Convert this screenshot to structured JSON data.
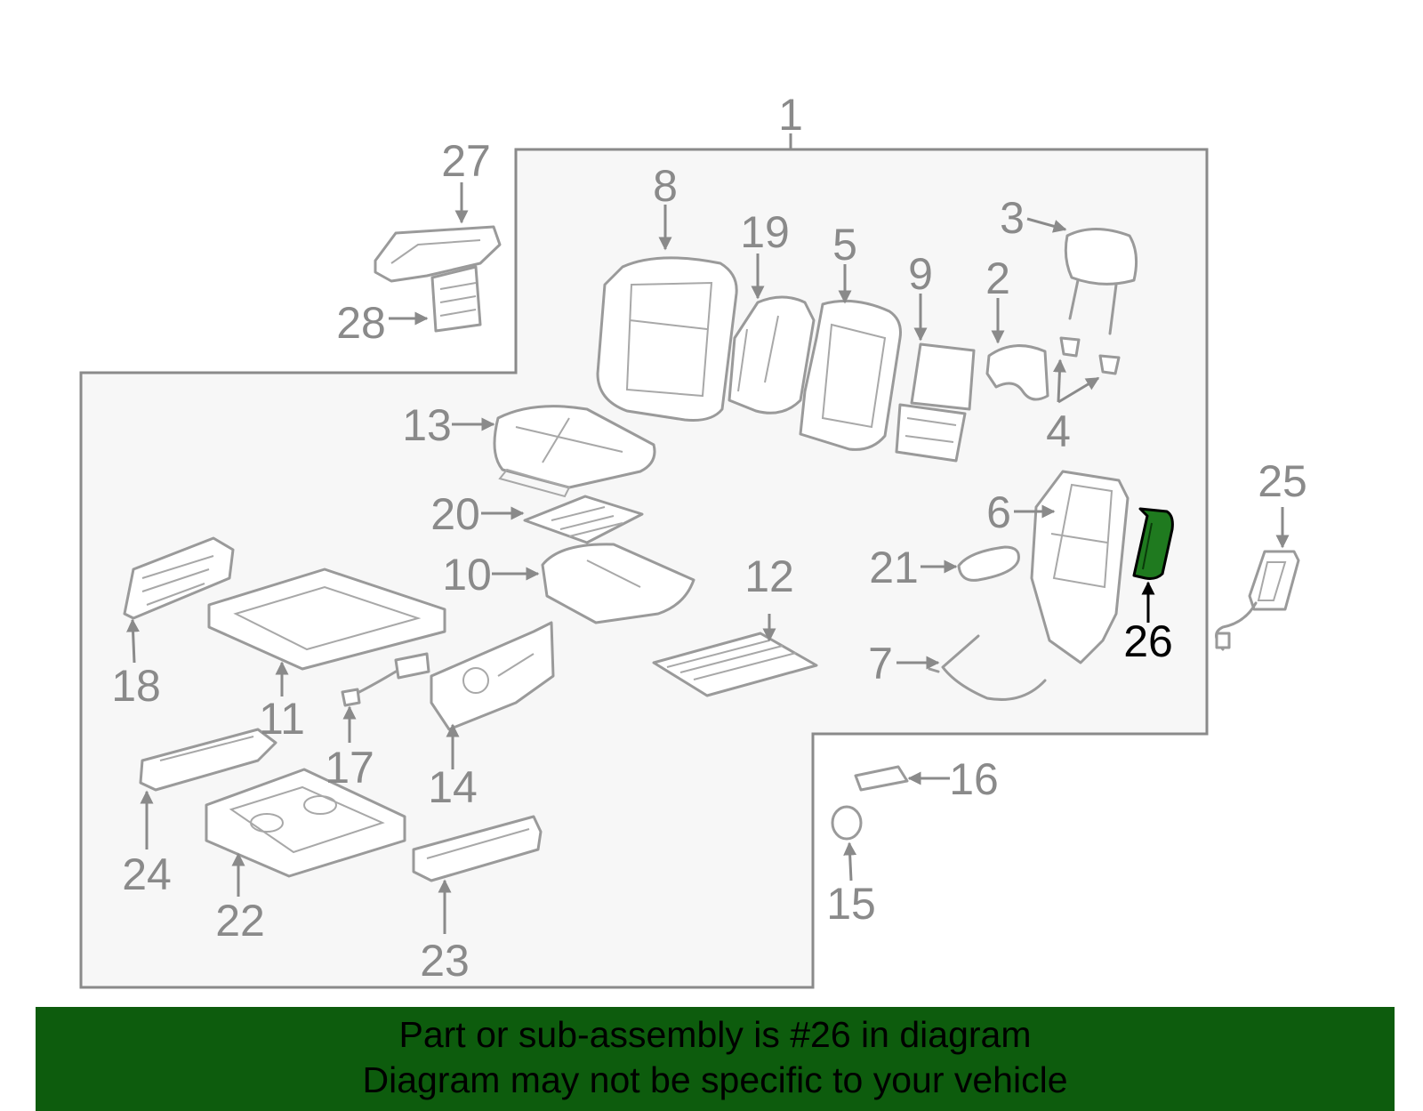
{
  "diagram": {
    "highlighted_part": "26",
    "highlight_color": "#1f7a1f",
    "callouts": [
      "1",
      "2",
      "3",
      "4",
      "5",
      "6",
      "7",
      "8",
      "9",
      "10",
      "11",
      "12",
      "13",
      "14",
      "15",
      "16",
      "17",
      "18",
      "19",
      "20",
      "21",
      "22",
      "23",
      "24",
      "25",
      "26",
      "27",
      "28"
    ]
  },
  "banner": {
    "line1": "Part or sub-assembly is #26 in diagram",
    "line2": "Diagram may not be specific to your vehicle",
    "background": "#0d5c0d"
  }
}
